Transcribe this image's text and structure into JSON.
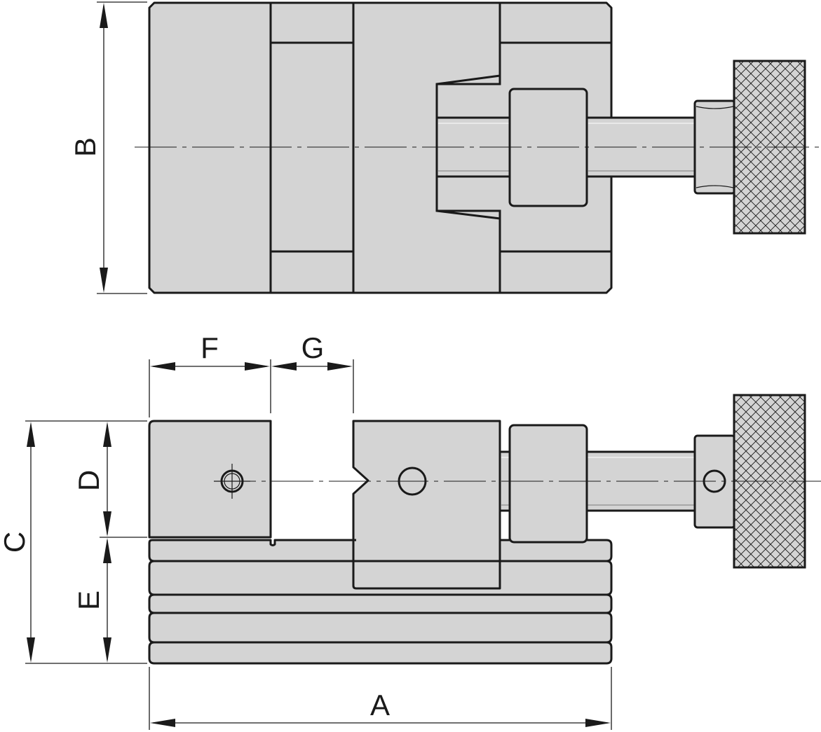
{
  "labels": {
    "A": "A",
    "B": "B",
    "C": "C",
    "D": "D",
    "E": "E",
    "F": "F",
    "G": "G"
  },
  "colors": {
    "body": "#d4d4d4",
    "outline": "#1a1a1a",
    "background": "#ffffff"
  }
}
